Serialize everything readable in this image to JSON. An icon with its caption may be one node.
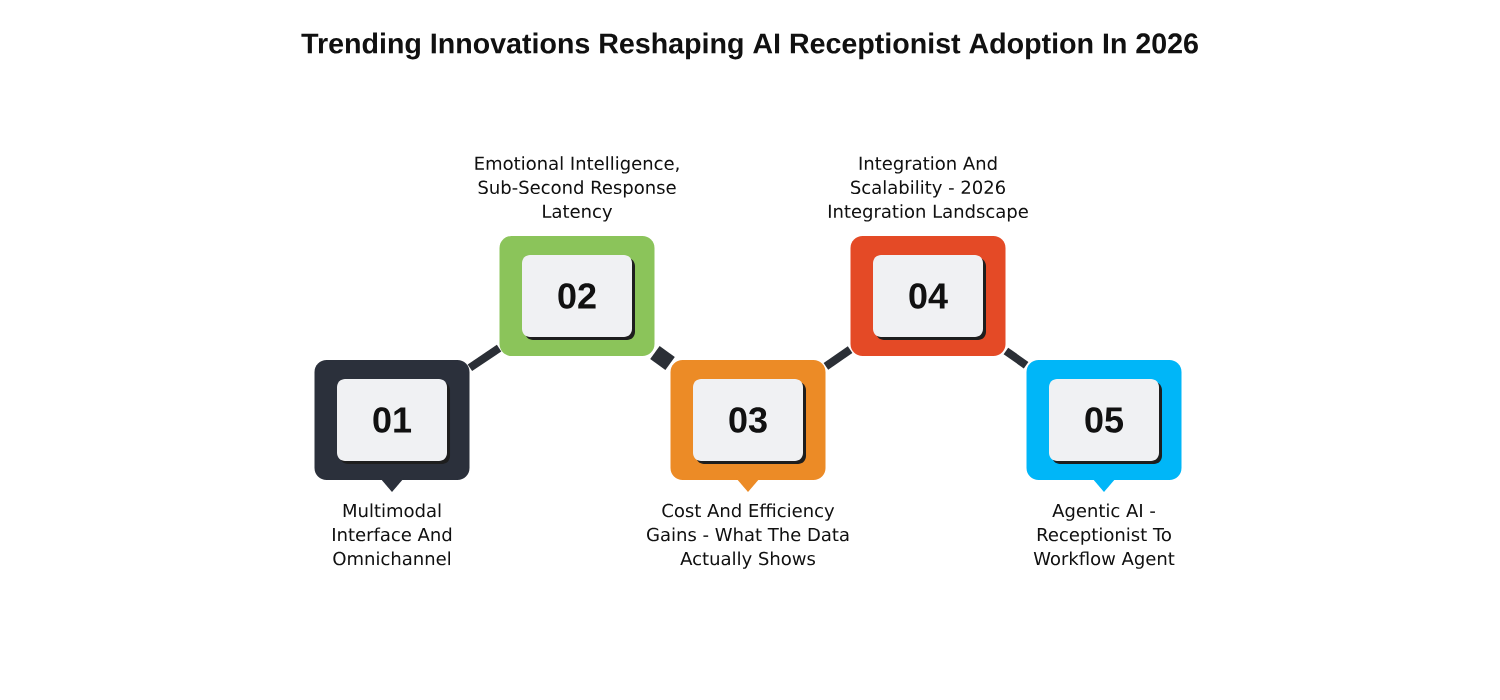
{
  "diagram": {
    "title": "Trending Innovations Reshaping AI Receptionist Adoption In 2026",
    "nodes": [
      {
        "text": [
          "Multimodal Interface And Omnichannel"
        ]
      },
      {
        "text": [
          "01"
        ],
        "in": 0
      },
      {
        "text": [
          "Emotional Intelligence, Sub-Second Response Latency"
        ]
      },
      {
        "text": [
          "02"
        ],
        "in": 2
      },
      {
        "text": [
          "Cost And Efficiency Gains - What The Data Actually Shows"
        ]
      },
      {
        "text": [
          "03"
        ],
        "in": 4
      },
      {
        "text": [
          "Integration And Scalability - 2026 Integration Landscape"
        ]
      },
      {
        "text": [
          "04"
        ],
        "in": 6
      },
      {
        "text": [
          "Agentic AI - Receptionist To Workflow Agent"
        ]
      },
      {
        "text": [
          "05"
        ],
        "in": 8
      }
    ],
    "edges": [
      {
        "from": 0,
        "to": 2,
        "arrow": "none"
      },
      {
        "from": 2,
        "to": 4,
        "arrow": "none",
        "style": "thick"
      },
      {
        "from": 4,
        "to": 6,
        "arrow": "none"
      },
      {
        "from": 6,
        "to": 8,
        "arrow": "none"
      }
    ]
  }
}
